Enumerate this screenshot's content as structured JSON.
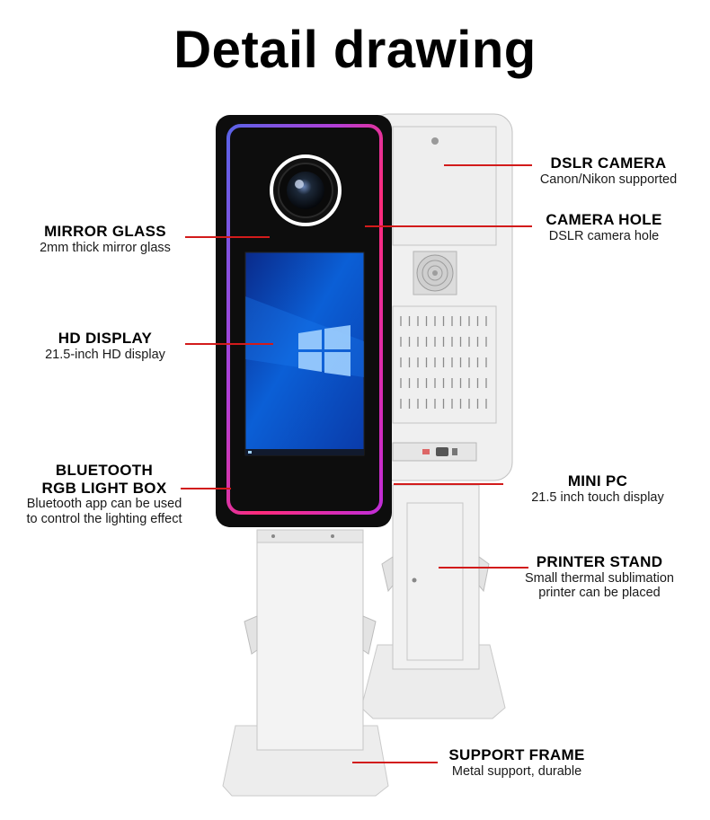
{
  "title": "Detail drawing",
  "accent_color": "#d21b1b",
  "labels": {
    "dslr_camera": {
      "heading": "DSLR CAMERA",
      "desc": "Canon/Nikon supported"
    },
    "camera_hole": {
      "heading": "CAMERA HOLE",
      "desc": "DSLR camera hole"
    },
    "mirror_glass": {
      "heading": "MIRROR GLASS",
      "desc": "2mm thick mirror glass"
    },
    "hd_display": {
      "heading": "HD DISPLAY",
      "desc": "21.5-inch HD display"
    },
    "bluetooth": {
      "heading_1": "BLUETOOTH",
      "heading_2": "RGB LIGHT BOX",
      "desc_1": "Bluetooth app can be used",
      "desc_2": "to control the lighting effect"
    },
    "mini_pc": {
      "heading": "MINI PC",
      "desc": "21.5 inch touch display"
    },
    "printer_stand": {
      "heading": "PRINTER STAND",
      "desc_1": "Small thermal sublimation",
      "desc_2": "printer can be placed"
    },
    "support_frame": {
      "heading": "SUPPORT FRAME",
      "desc": "Metal support, durable"
    }
  }
}
